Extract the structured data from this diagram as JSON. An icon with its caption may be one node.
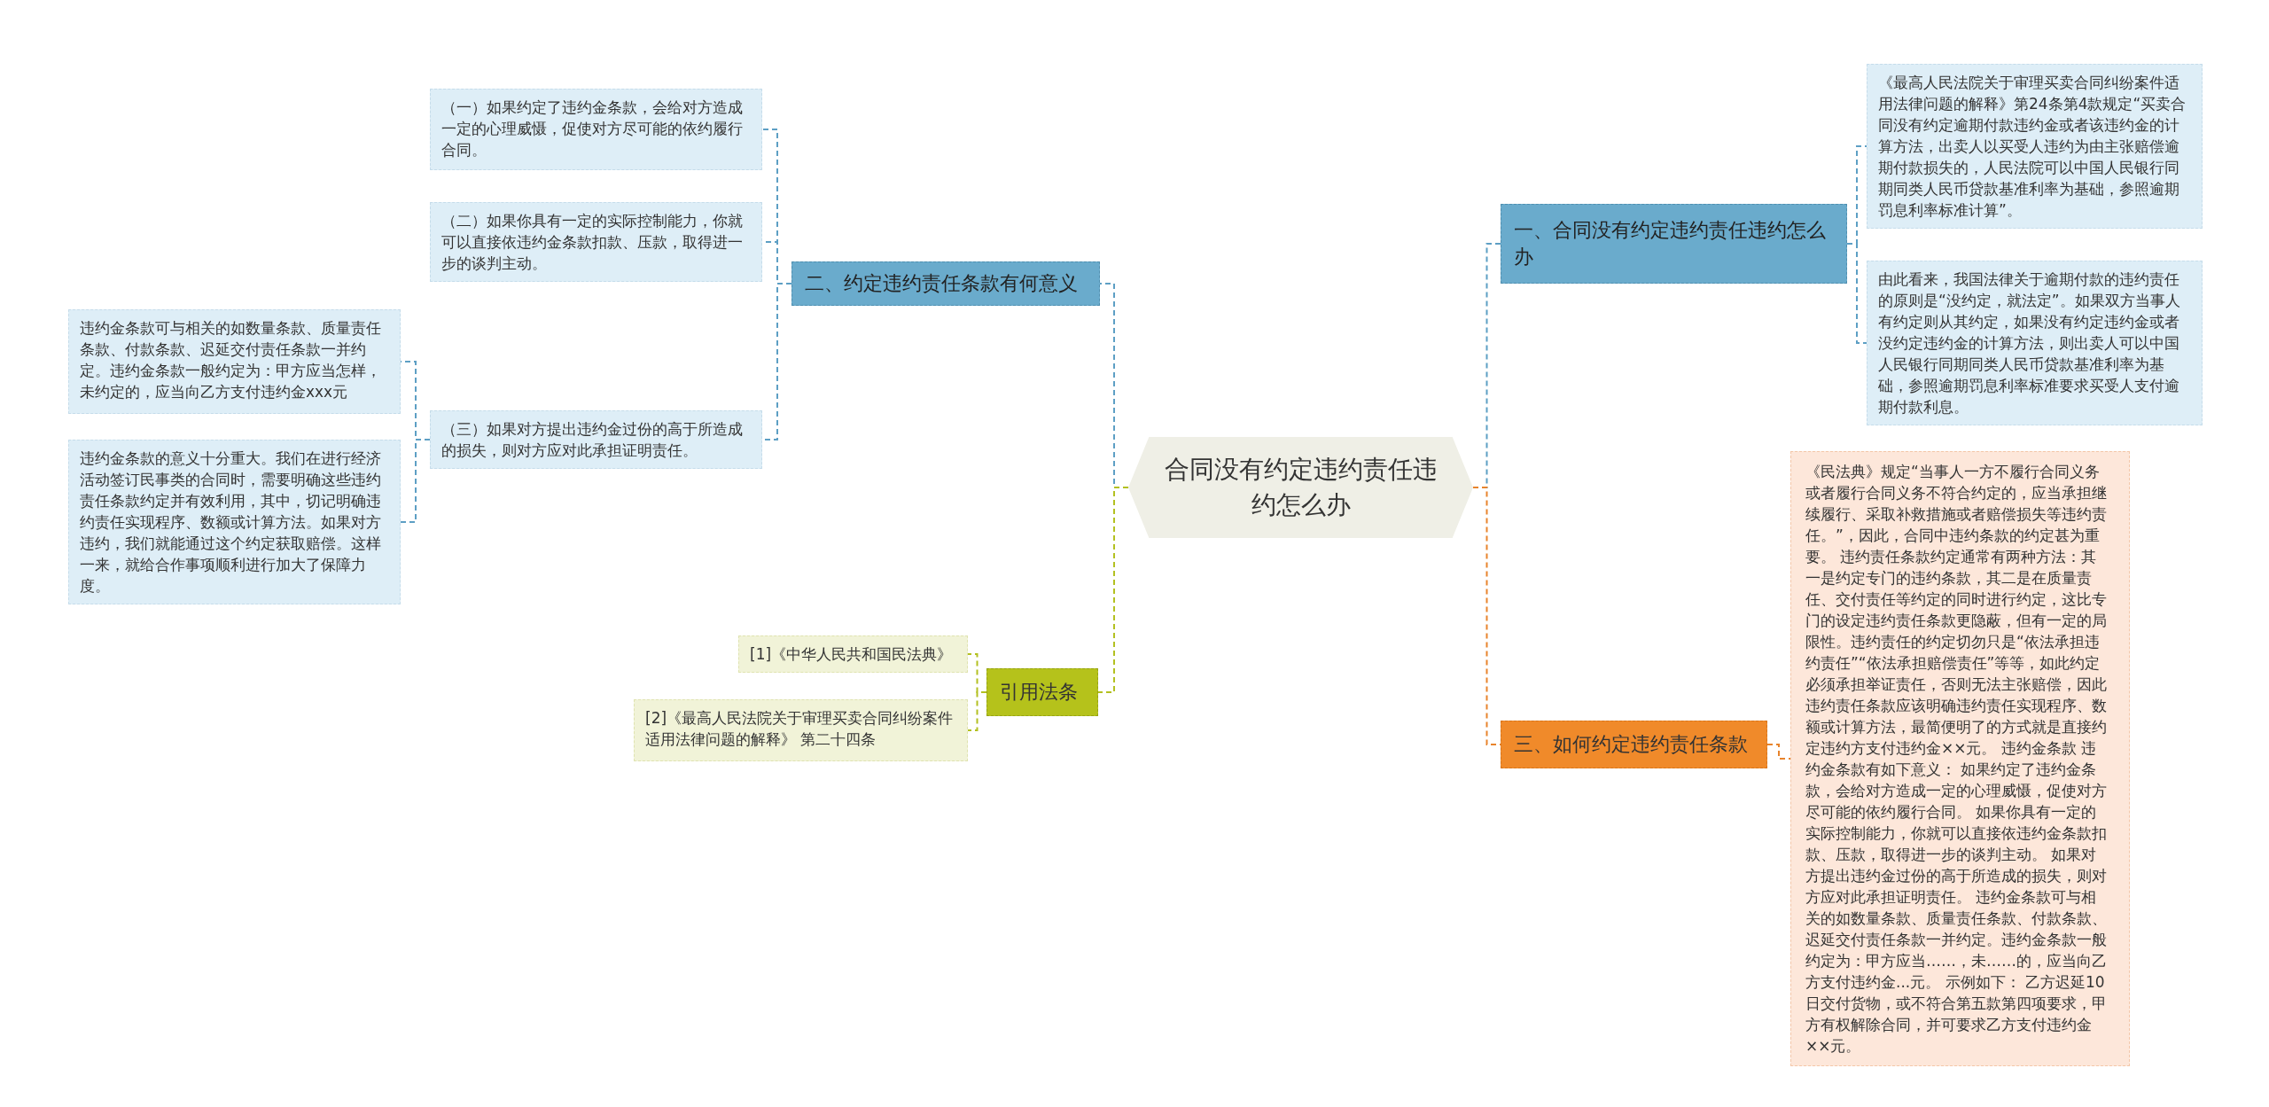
{
  "diagram": {
    "nodes": [
      {
        "text": [
          "合同没有约定违约责任违约怎么办"
        ]
      },
      {
        "text": [
          "二、约定违约责任条款有何意义"
        ]
      },
      {
        "text": [
          "（一）如果约定了违约金条款，会给对方造成一定的心理威慑，促使对方尽可能的依约履行合同。"
        ]
      },
      {
        "text": [
          "（二）如果你具有一定的实际控制能力，你就可以直接依违约金条款扣款、压款，取得进一步的谈判主动。"
        ]
      },
      {
        "text": [
          "（三）如果对方提出违约金过份的高于所造成的损失，则对方应对此承担证明责任。"
        ]
      },
      {
        "text": [
          "违约金条款可与相关的如数量条款、质量责任条款、付款条款、迟延交付责任条款一并约定。违约金条款一般约定为：甲方应当怎样，未约定的，应当向乙方支付违约金xxx元"
        ]
      },
      {
        "text": [
          "违约金条款的意义十分重大。我们在进行经济活动签订民事类的合同时，需要明确这些违约责任条款约定并有效利用，其中，切记明确违约责任实现程序、数额或计算方法。如果对方违约，我们就能通过这个约定获取赔偿。这样一来，就给合作事项顺利进行加大了保障力度。"
        ]
      },
      {
        "text": [
          "引用法条"
        ]
      },
      {
        "text": [
          "[1]《中华人民共和国民法典》"
        ]
      },
      {
        "text": [
          "[2]《最高人民法院关于审理买卖合同纠纷案件适用法律问题的解释》 第二十四条"
        ]
      },
      {
        "text": [
          "一、合同没有约定违约责任违约怎么办"
        ]
      },
      {
        "text": [
          "《最高人民法院关于审理买卖合同纠纷案件适用法律问题的解释》第24条第4款规定“买卖合同没有约定逾期付款违约金或者该违约金的计算方法，出卖人以买受人违约为由主张赔偿逾期付款损失的，人民法院可以中国人民银行同期同类人民币贷款基准利率为基础，参照逾期罚息利率标准计算”。"
        ]
      },
      {
        "text": [
          "由此看来，我国法律关于逾期付款的违约责任的原则是“没约定，就法定”。如果双方当事人有约定则从其约定，如果没有约定违约金或者没约定违约金的计算方法，则出卖人可以中国人民银行同期同类人民币贷款基准利率为基础，参照逾期罚息利率标准要求买受人支付逾期付款利息。"
        ]
      },
      {
        "text": [
          "三、如何约定违约责任条款"
        ]
      },
      {
        "text": [
          "《民法典》规定“当事人一方不履行合同义务或者履行合同义务不符合约定的，应当承担继续履行、采取补救措施或者赔偿损失等违约责任。”，因此，合同中违约条款的约定甚为重要。 违约责任条款约定通常有两种方法：其一是约定专门的违约条款，其二是在质量责任、交付责任等约定的同时进行约定，这比专门的设定违约责任条款更隐蔽，但有一定的局限性。违约责任的约定切勿只是“依法承担违约责任”“依法承担赔偿责任”等等，如此约定必须承担举证责任，否则无法主张赔偿，因此违约责任条款应该明确违约责任实现程序、数额或计算方法，最简便明了的方式就是直接约定违约方支付违约金××元。 违约金条款 违约金条款有如下意义： 如果约定了违约金条款，会给对方造成一定的心理威慑，促使对方尽可能的依约履行合同。 如果你具有一定的实际控制能力，你就可以直接依违约金条款扣款、压款，取得进一步的谈判主动。 如果对方提出违约金过份的高于所造成的损失，则对方应对此承担证明责任。 违约金条款可与相关的如数量条款、质量责任条款、付款条款、迟延交付责任条款一并约定。违约金条款一般约定为：甲方应当……，未……的，应当向乙方支付违约金...元。 示例如下： 乙方迟延10日交付货物，或不符合第五款第四项要求，甲方有权解除合同，并可要求乙方支付违约金××元。"
        ]
      }
    ],
    "edges": [
      {
        "from": 0,
        "to": 1,
        "arrow": "none",
        "style": "dashed"
      },
      {
        "from": 1,
        "to": 2,
        "arrow": "none",
        "style": "dashed"
      },
      {
        "from": 1,
        "to": 3,
        "arrow": "none",
        "style": "dashed"
      },
      {
        "from": 1,
        "to": 4,
        "arrow": "none",
        "style": "dashed"
      },
      {
        "from": 4,
        "to": 5,
        "arrow": "none",
        "style": "dashed"
      },
      {
        "from": 4,
        "to": 6,
        "arrow": "none",
        "style": "dashed"
      },
      {
        "from": 0,
        "to": 7,
        "arrow": "none",
        "style": "dashed",
        "color": "#b3c020"
      },
      {
        "from": 7,
        "to": 8,
        "arrow": "none",
        "style": "dashed",
        "color": "#b3c020"
      },
      {
        "from": 7,
        "to": 9,
        "arrow": "none",
        "style": "dashed",
        "color": "#b3c020"
      },
      {
        "from": 0,
        "to": 10,
        "arrow": "none",
        "style": "dashed"
      },
      {
        "from": 10,
        "to": 11,
        "arrow": "none",
        "style": "dashed"
      },
      {
        "from": 10,
        "to": 12,
        "arrow": "none",
        "style": "dashed"
      },
      {
        "from": 0,
        "to": 13,
        "arrow": "none",
        "style": "dashed",
        "color": "#e8842c"
      },
      {
        "from": 13,
        "to": 14,
        "arrow": "none",
        "style": "dashed",
        "color": "#e8842c"
      }
    ]
  }
}
